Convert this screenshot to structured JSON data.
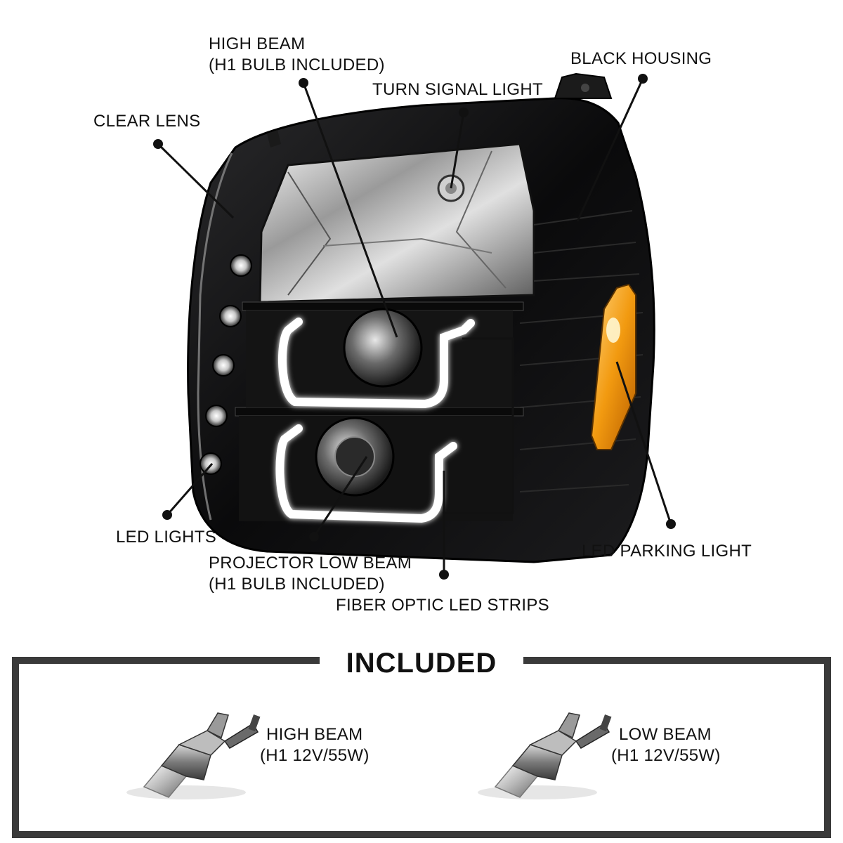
{
  "callouts": {
    "high_beam": {
      "line1": "HIGH BEAM",
      "line2": "(H1 BULB INCLUDED)"
    },
    "turn_signal": {
      "line1": "TURN SIGNAL LIGHT"
    },
    "black_housing": {
      "line1": "BLACK HOUSING"
    },
    "clear_lens": {
      "line1": "CLEAR LENS"
    },
    "led_lights": {
      "line1": "LED LIGHTS"
    },
    "projector_low_beam": {
      "line1": "PROJECTOR LOW BEAM",
      "line2": "(H1 BULB INCLUDED)"
    },
    "fiber_optic": {
      "line1": "FIBER OPTIC LED STRIPS"
    },
    "led_parking": {
      "line1": "LED PARKING LIGHT"
    }
  },
  "included": {
    "title": "INCLUDED",
    "items": [
      {
        "line1": "HIGH BEAM",
        "line2": "(H1 12V/55W)",
        "icon": "h1-bulb-icon"
      },
      {
        "line1": "LOW BEAM",
        "line2": "(H1 12V/55W)",
        "icon": "h1-bulb-icon"
      }
    ]
  },
  "colors": {
    "housing": "#0c0c0d",
    "amber": "#f29a10",
    "led_glow": "#ffffff",
    "frame": "#3a3a3a"
  }
}
